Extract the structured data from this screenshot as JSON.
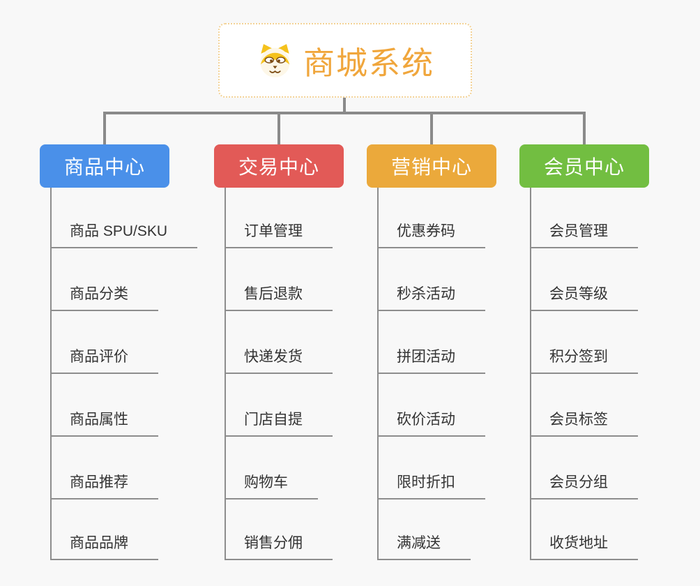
{
  "root": {
    "title": "商城系统",
    "icon": "shiba-dog-icon",
    "title_color": "#f0a63c",
    "border_color": "#f3d296"
  },
  "connector_color": "#8a8a8a",
  "background_color": "#f8f8f8",
  "branches": [
    {
      "label": "商品中心",
      "color": "#4a90e9",
      "items": [
        "商品 SPU/SKU",
        "商品分类",
        "商品评价",
        "商品属性",
        "商品推荐",
        "商品品牌"
      ]
    },
    {
      "label": "交易中心",
      "color": "#e25a57",
      "items": [
        "订单管理",
        "售后退款",
        "快递发货",
        "门店自提",
        "购物车",
        "销售分佣"
      ]
    },
    {
      "label": "营销中心",
      "color": "#eba93b",
      "items": [
        "优惠券码",
        "秒杀活动",
        "拼团活动",
        "砍价活动",
        "限时折扣",
        "满减送"
      ]
    },
    {
      "label": "会员中心",
      "color": "#72be41",
      "items": [
        "会员管理",
        "会员等级",
        "积分签到",
        "会员标签",
        "会员分组",
        "收货地址"
      ]
    }
  ]
}
